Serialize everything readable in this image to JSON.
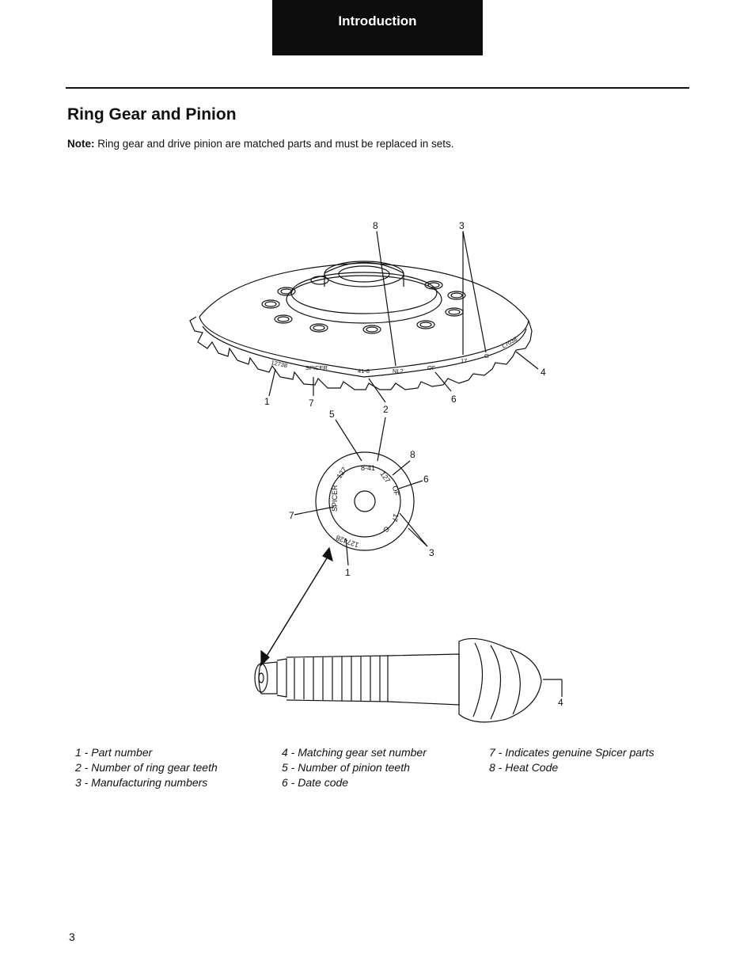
{
  "header": {
    "section_tab": "Introduction"
  },
  "title": "Ring Gear and Pinion",
  "note": {
    "label": "Note:",
    "text": "Ring gear and drive pinion are matched parts and must be replaced in sets."
  },
  "figure": {
    "ring_gear_callouts": [
      "8",
      "3",
      "4",
      "1",
      "7",
      "2",
      "6"
    ],
    "ring_gear_markings": [
      "12738",
      "SPICER",
      "41-8",
      "NL2",
      "OF",
      "17",
      "G",
      "L7038"
    ],
    "face_callouts": [
      "5",
      "8",
      "6",
      "7",
      "3",
      "1"
    ],
    "face_markings": [
      "8-41",
      "127",
      "127",
      "OF",
      "SPICER",
      "127428",
      "G",
      "17"
    ],
    "pinion_callout": "4"
  },
  "legend": {
    "col1": [
      "1 - Part number",
      "2 - Number of ring gear teeth",
      "3 - Manufacturing numbers"
    ],
    "col2": [
      "4 - Matching gear set number",
      "5 - Number of pinion teeth",
      "6 - Date code"
    ],
    "col3": [
      "7 - Indicates genuine Spicer parts",
      "8 - Heat Code"
    ]
  },
  "page_number": "3"
}
